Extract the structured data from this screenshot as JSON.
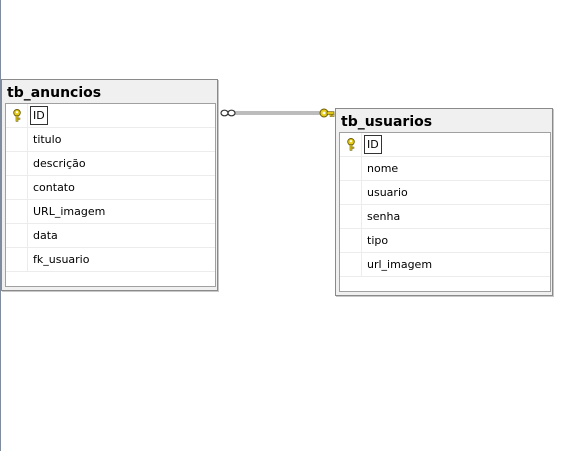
{
  "tables": {
    "anuncios": {
      "title": "tb_anuncios",
      "columns": [
        "ID",
        "titulo",
        "descrição",
        "contato",
        "URL_imagem",
        "data",
        "fk_usuario"
      ],
      "primary_key": "ID"
    },
    "usuarios": {
      "title": "tb_usuarios",
      "columns": [
        "ID",
        "nome",
        "usuario",
        "senha",
        "tipo",
        "url_imagem"
      ],
      "primary_key": "ID"
    }
  },
  "relationship": {
    "from": "tb_anuncios",
    "to": "tb_usuarios",
    "from_end": "infinity-icon",
    "to_end": "key-icon",
    "line_color": "#7a7a7a",
    "key_color": "#e5cc1a"
  },
  "colors": {
    "table_bg": "#f0f0f0",
    "grid_bg": "#ffffff",
    "border": "#8a8a8a"
  }
}
